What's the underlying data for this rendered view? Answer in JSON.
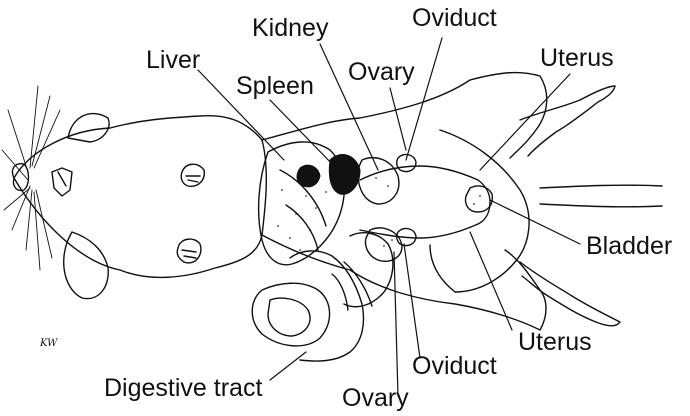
{
  "labels": {
    "kidney": "Kidney",
    "oviduct_top": "Oviduct",
    "liver": "Liver",
    "ovary_top": "Ovary",
    "uterus_top": "Uterus",
    "spleen": "Spleen",
    "bladder": "Bladder",
    "uterus_bottom": "Uterus",
    "oviduct_bottom": "Oviduct",
    "digestive_tract": "Digestive tract",
    "ovary_bottom": "Ovary"
  },
  "signature": "KW",
  "colors": {
    "line": "#111111",
    "organ_fill": "#111111",
    "background": "#ffffff"
  }
}
